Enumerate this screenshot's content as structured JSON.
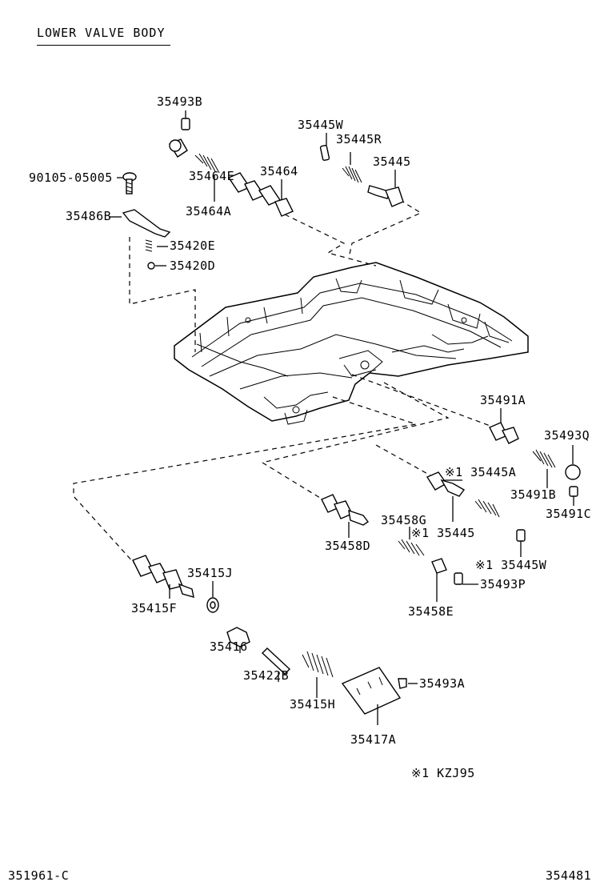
{
  "title": "LOWER VALVE BODY",
  "footnote": "※1  KZJ95",
  "figure_id_left": "351961-C",
  "figure_id_right": "354481",
  "labels": {
    "p35493B": "35493B",
    "p35464E": "35464E",
    "p9010505005": "90105-05005",
    "p35464A": "35464A",
    "p35464": "35464",
    "p35486B": "35486B",
    "p35420E": "35420E",
    "p35420D": "35420D",
    "p35445W_top": "35445W",
    "p35445R": "35445R",
    "p35445_top": "35445",
    "p35491A": "35491A",
    "p35493Q": "35493Q",
    "p35445A": "※1 35445A",
    "p35491B": "35491B",
    "p35491C": "35491C",
    "p35458G": "35458G",
    "p35445_mid": "※1 35445",
    "p35458D": "35458D",
    "p35445W_bot": "※1 35445W",
    "p35493P": "35493P",
    "p35458E": "35458E",
    "p35415J": "35415J",
    "p35415F": "35415F",
    "p35416": "35416",
    "p35422B": "35422B",
    "p35415H": "35415H",
    "p35493A": "35493A",
    "p35417A": "35417A"
  }
}
